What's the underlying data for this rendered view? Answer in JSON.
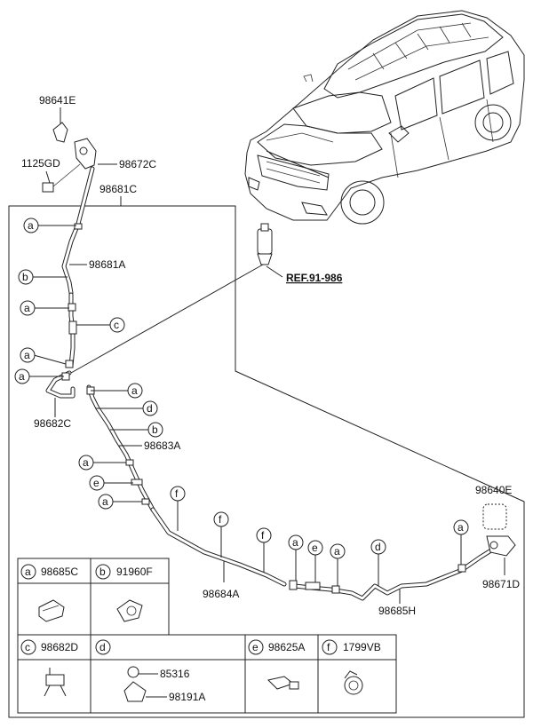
{
  "labels": {
    "p98641E": "98641E",
    "p1125GD": "1125GD",
    "p98672C": "98672C",
    "p98681C": "98681C",
    "p98681A": "98681A",
    "p98682C": "98682C",
    "p98683A": "98683A",
    "p98684A": "98684A",
    "p98685H": "98685H",
    "p98640E": "98640E",
    "p98671D": "98671D",
    "ref": "REF.91-986"
  },
  "callouts": {
    "a": "a",
    "b": "b",
    "c": "c",
    "d": "d",
    "e": "e",
    "f": "f"
  },
  "legend": {
    "a": {
      "letter": "a",
      "part": "98685C"
    },
    "b": {
      "letter": "b",
      "part": "91960F"
    },
    "c": {
      "letter": "c",
      "part": "98682D"
    },
    "d": {
      "letter": "d",
      "part1": "85316",
      "part2": "98191A"
    },
    "e": {
      "letter": "e",
      "part": "98625A"
    },
    "f": {
      "letter": "f",
      "part": "1799VB"
    }
  }
}
